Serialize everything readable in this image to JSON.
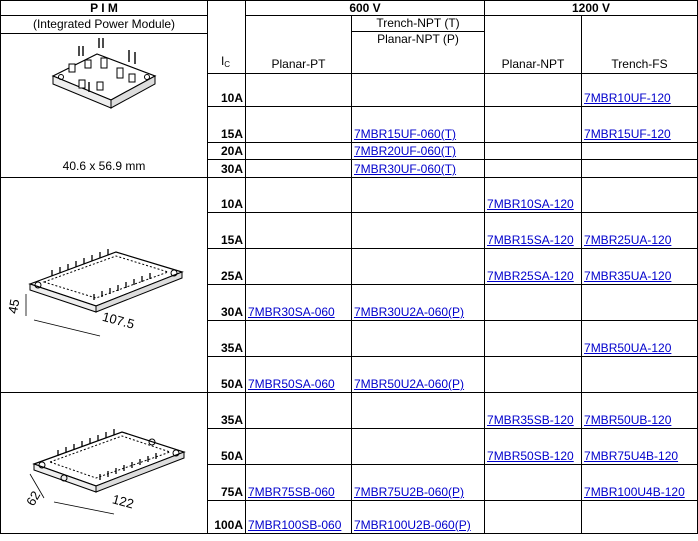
{
  "header": {
    "pim": "P I M",
    "subtitle": "(Integrated Power Module)",
    "v600": "600 V",
    "v1200": "1200 V",
    "ic_main": "I",
    "ic_sub": "C",
    "planar_pt": "Planar-PT",
    "trench_npt": "Trench-NPT (T)",
    "planar_npt_p": "Planar-NPT (P)",
    "planar_npt": "Planar-NPT",
    "trench_fs": "Trench-FS"
  },
  "groups": [
    {
      "dims": "40.6 x 56.9 mm",
      "dim_labels": [],
      "rows": [
        {
          "ic": "10A",
          "pt": "",
          "tnpt": "",
          "pnpt": "",
          "tfs": "7MBR10UF-120"
        },
        {
          "ic": "15A",
          "pt": "",
          "tnpt": "7MBR15UF-060(T)",
          "pnpt": "",
          "tfs": "7MBR15UF-120"
        },
        {
          "ic": "20A",
          "pt": "",
          "tnpt": "7MBR20UF-060(T)",
          "pnpt": "",
          "tfs": ""
        },
        {
          "ic": "30A",
          "pt": "",
          "tnpt": "7MBR30UF-060(T)",
          "pnpt": "",
          "tfs": ""
        }
      ]
    },
    {
      "dims": "",
      "dim_labels": [
        "45",
        "107.5"
      ],
      "rows": [
        {
          "ic": "10A",
          "pt": "",
          "tnpt": "",
          "pnpt": "7MBR10SA-120",
          "tfs": ""
        },
        {
          "ic": "15A",
          "pt": "",
          "tnpt": "",
          "pnpt": "7MBR15SA-120",
          "tfs": "7MBR25UA-120"
        },
        {
          "ic": "25A",
          "pt": "",
          "tnpt": "",
          "pnpt": "7MBR25SA-120",
          "tfs": "7MBR35UA-120"
        },
        {
          "ic": "30A",
          "pt": "7MBR30SA-060",
          "tnpt": "7MBR30U2A-060(P)",
          "pnpt": "",
          "tfs": ""
        },
        {
          "ic": "35A",
          "pt": "",
          "tnpt": "",
          "pnpt": "",
          "tfs": "7MBR50UA-120"
        },
        {
          "ic": "50A",
          "pt": "7MBR50SA-060",
          "tnpt": "7MBR50U2A-060(P)",
          "pnpt": "",
          "tfs": ""
        }
      ]
    },
    {
      "dims": "",
      "dim_labels": [
        "62",
        "122"
      ],
      "rows": [
        {
          "ic": "35A",
          "pt": "",
          "tnpt": "",
          "pnpt": "7MBR35SB-120",
          "tfs": "7MBR50UB-120"
        },
        {
          "ic": "50A",
          "pt": "",
          "tnpt": "",
          "pnpt": "7MBR50SB-120",
          "tfs": "7MBR75U4B-120"
        },
        {
          "ic": "75A",
          "pt": "7MBR75SB-060",
          "tnpt": "7MBR75U2B-060(P)",
          "pnpt": "",
          "tfs": "7MBR100U4B-120"
        },
        {
          "ic": "100A",
          "pt": "7MBR100SB-060",
          "tnpt": "7MBR100U2B-060(P)",
          "pnpt": "",
          "tfs": ""
        }
      ]
    }
  ]
}
